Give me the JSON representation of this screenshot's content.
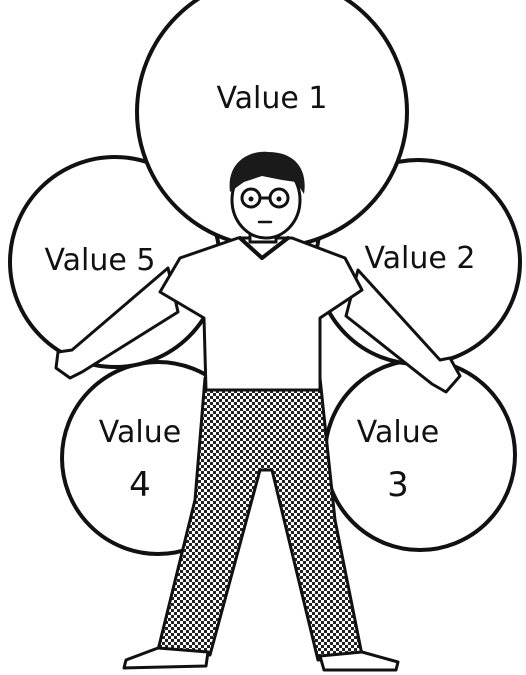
{
  "diagram": {
    "values": [
      {
        "id": "value-1",
        "lines": [
          "Value 1"
        ]
      },
      {
        "id": "value-2",
        "lines": [
          "Value 2"
        ]
      },
      {
        "id": "value-3",
        "lines": [
          "Value",
          "3"
        ]
      },
      {
        "id": "value-4",
        "lines": [
          "Value",
          "4"
        ]
      },
      {
        "id": "value-5",
        "lines": [
          "Value 5"
        ]
      }
    ]
  }
}
